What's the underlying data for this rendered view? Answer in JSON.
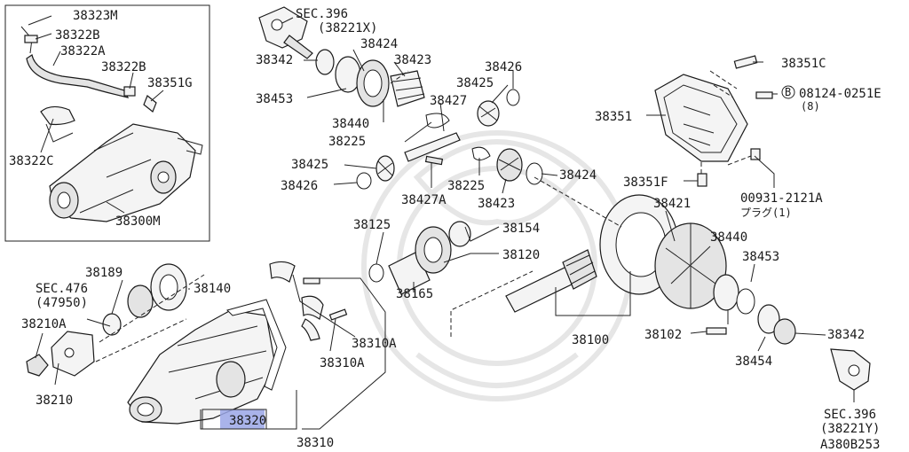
{
  "labels": {
    "p38323M": "38323M",
    "p38322B_a": "38322B",
    "p38322A": "38322A",
    "p38322B_b": "38322B",
    "p38351G": "38351G",
    "p38322C": "38322C",
    "p38300M": "38300M",
    "sec396_top": "SEC.396",
    "sec396_top_sub": "(38221X)",
    "p38342_top": "38342",
    "p38424_top": "38424",
    "p38423_top": "38423",
    "p38453_top": "38453",
    "p38440_top": "38440",
    "p38427": "38427",
    "p38225_top": "38225",
    "p38425_top": "38425",
    "p38426_top": "38426",
    "p38425_mid": "38425",
    "p38426_mid": "38426",
    "p38427A": "38427A",
    "p38225_mid": "38225",
    "p38423_mid": "38423",
    "p38424_mid": "38424",
    "p38351C": "38351C",
    "bolt_circle": "B",
    "bolt_number": "08124-0251E",
    "bolt_qty": "(8)",
    "p38351": "38351",
    "p38351F": "38351F",
    "plug_number": "00931-2121A",
    "plug_text": "プラグ(1)",
    "p38421": "38421",
    "p38125": "38125",
    "p38154": "38154",
    "p38120": "38120",
    "p38165": "38165",
    "p38189": "38189",
    "p38140": "38140",
    "sec476": "SEC.476",
    "sec476_sub": "(47950)",
    "p38210A": "38210A",
    "p38210": "38210",
    "p38310A_a": "38310A",
    "p38310A_b": "38310A",
    "p38320": "38320",
    "p38310": "38310",
    "p38100": "38100",
    "p38440_right": "38440",
    "p38453_right": "38453",
    "p38102": "38102",
    "p38342_right": "38342",
    "p38454": "38454",
    "sec396_bottom": "SEC.396",
    "sec396_bottom_sub": "(38221Y)",
    "diagram_code": "A380B253"
  },
  "colors": {
    "ink": "#1a1a1a",
    "highlight": "#9aa6e6",
    "watermark": "#e6e6e6"
  }
}
